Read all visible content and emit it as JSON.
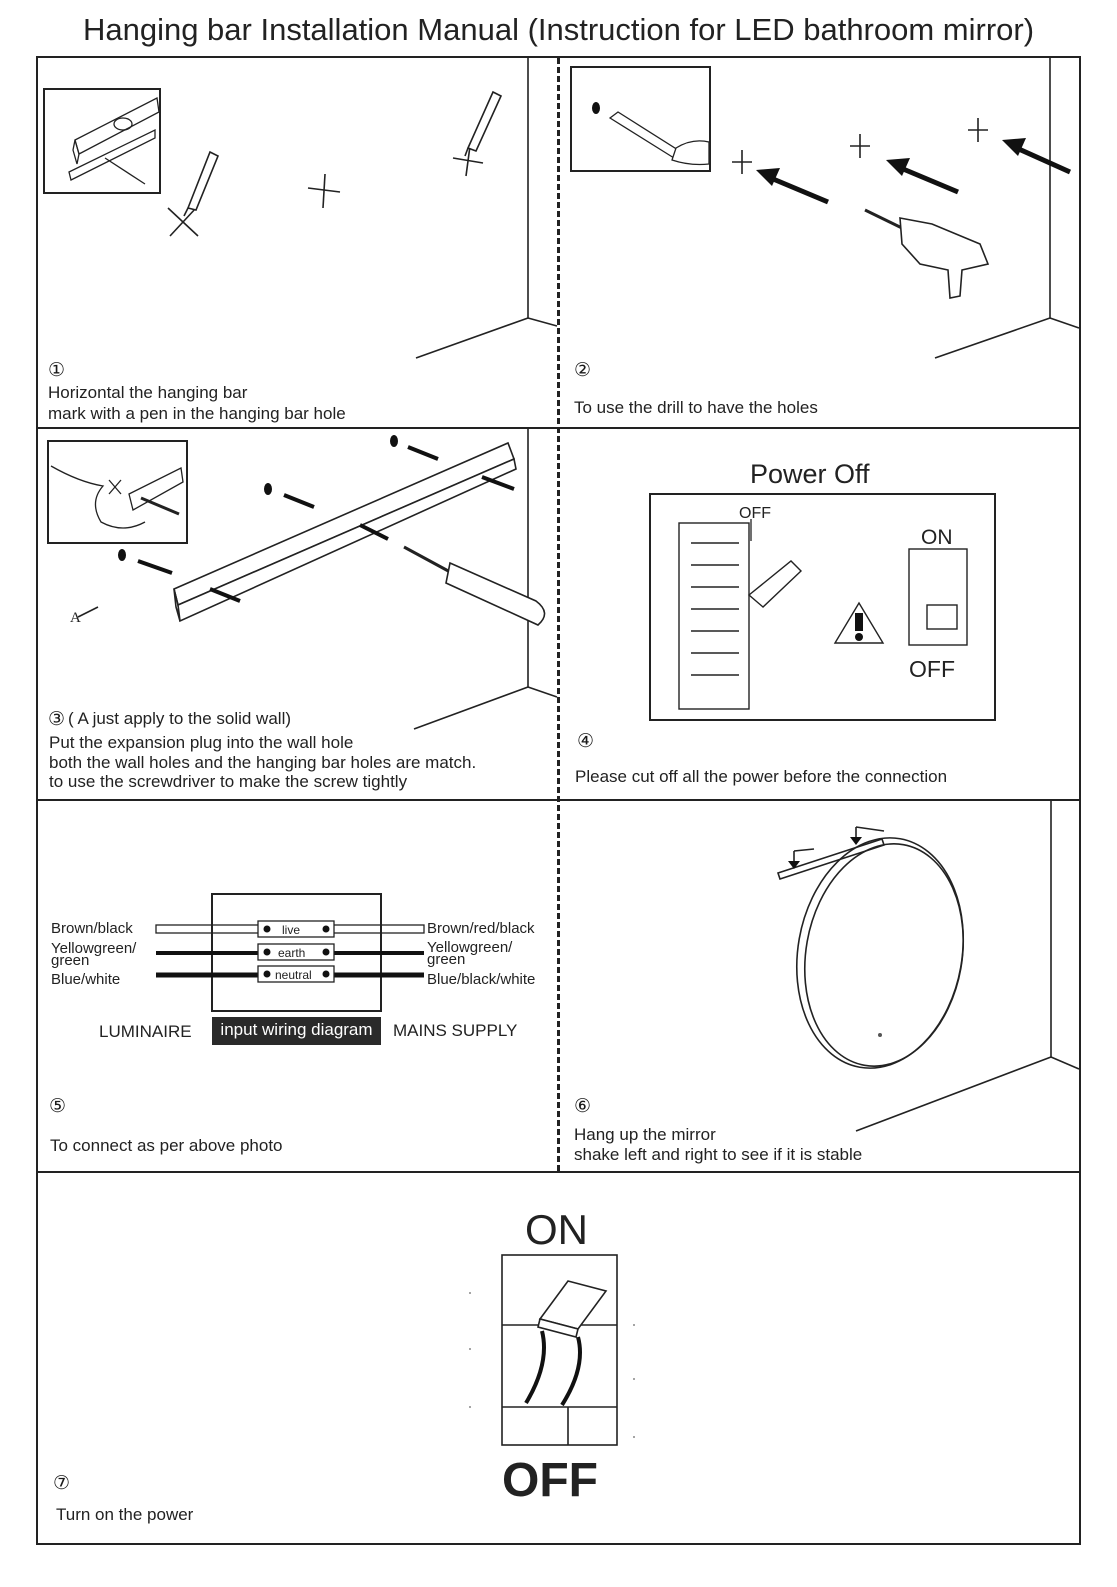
{
  "title": "Hanging bar Installation Manual (Instruction for LED bathroom mirror)",
  "steps": [
    {
      "num": "①",
      "lines": [
        "Horizontal the hanging bar",
        "mark with a pen in the hanging bar hole"
      ]
    },
    {
      "num": "②",
      "lines": [
        "To use the drill to have the holes"
      ]
    },
    {
      "num": "③",
      "note": "( A just apply to the solid wall)",
      "lines": [
        "Put the expansion plug into the wall hole",
        "both the wall holes and the hanging bar holes are match.",
        "to use the screwdriver to make the screw tightly"
      ],
      "callout": "A"
    },
    {
      "num": "④",
      "heading": "Power Off",
      "lines": [
        "Please cut off all the power before the connection"
      ],
      "switch_on": "ON",
      "switch_off": "OFF",
      "breaker_off": "OFF"
    },
    {
      "num": "⑤",
      "lines": [
        "To connect as per above photo"
      ]
    },
    {
      "num": "⑥",
      "lines": [
        "Hang up the mirror",
        "shake left and right to see if it is stable"
      ]
    },
    {
      "num": "⑦",
      "lines": [
        "Turn on the power"
      ],
      "switch_on": "ON",
      "switch_off": "OFF"
    }
  ],
  "wiring": {
    "left": [
      {
        "text": "Brown/black"
      },
      {
        "text": "Yellowgreen/"
      },
      {
        "text": "green"
      },
      {
        "text": "Blue/white"
      }
    ],
    "right": [
      {
        "text": "Brown/red/black"
      },
      {
        "text": "Yellowgreen/"
      },
      {
        "text": "green"
      },
      {
        "text": "Blue/black/white"
      }
    ],
    "terminals": [
      "live",
      "earth",
      "neutral"
    ],
    "luminaire": "LUMINAIRE",
    "diagram_label": "input wiring diagram",
    "mains": "MAINS SUPPLY"
  }
}
